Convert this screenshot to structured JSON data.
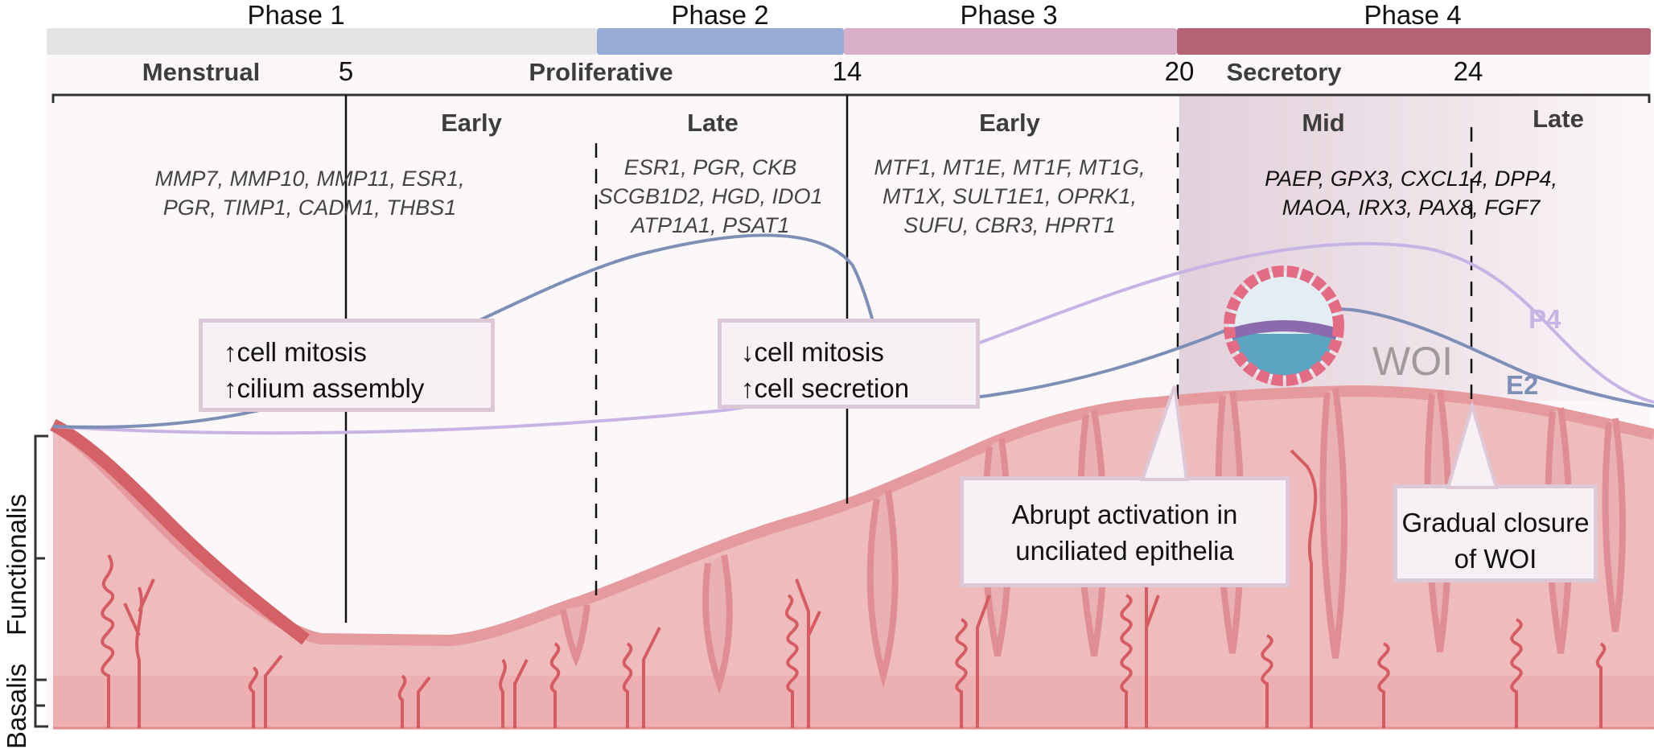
{
  "title": "Endometrial cycle phases, gene signatures and window of implantation",
  "phases": [
    {
      "label": "Phase 1",
      "color": "#e4e4e4"
    },
    {
      "label": "Phase 2",
      "color": "#97acd5"
    },
    {
      "label": "Phase 3",
      "color": "#d9aec9"
    },
    {
      "label": "Phase 4",
      "color": "#b56374"
    }
  ],
  "stages": {
    "menstrual": "Menstrual",
    "proliferative": "Proliferative",
    "secretory": "Secretory"
  },
  "days": [
    "5",
    "14",
    "20",
    "24"
  ],
  "substages": {
    "prolif_early": "Early",
    "prolif_late": "Late",
    "secr_early": "Early",
    "secr_mid": "Mid",
    "secr_late": "Late"
  },
  "genes": {
    "early_proliferative": [
      "MMP7, MMP10, MMP11, ESR1,",
      "PGR, TIMP1, CADM1, THBS1"
    ],
    "late_proliferative": [
      "ESR1, PGR, CKB",
      "SCGB1D2, HGD, IDO1",
      "ATP1A1, PSAT1"
    ],
    "early_secretory": [
      "MTF1, MT1E, MT1F, MT1G,",
      "MT1X, SULT1E1, OPRK1,",
      "SUFU, CBR3, HPRT1"
    ],
    "mid_secretory": [
      "PAEP, GPX3, CXCL14, DPP4,",
      "MAOA, IRX3, PAX8, FGF7"
    ]
  },
  "callouts": {
    "proliferative": [
      "↑cell mitosis",
      "↑cilium assembly"
    ],
    "secretory": [
      "↓cell mitosis",
      "↑cell secretion"
    ],
    "activation": [
      "Abrupt activation in",
      "unciliated epithelia"
    ],
    "closure": [
      "Gradual closure",
      "of WOI"
    ]
  },
  "hormones": {
    "p4": {
      "label": "P4",
      "color": "#c8b4e4"
    },
    "e2": {
      "label": "E2",
      "color": "#7d8fb6"
    }
  },
  "woi_label": "WOI",
  "layers": {
    "functionalis": "Functionalis",
    "basalis": "Basalis"
  },
  "colors": {
    "tissue": "#efbcbe",
    "tissue_dark": "#e59a9d",
    "vessel": "#d65c62",
    "shed": "#d46166",
    "woi_shade": "#e3d2dc",
    "background": "#fcf8fa"
  }
}
